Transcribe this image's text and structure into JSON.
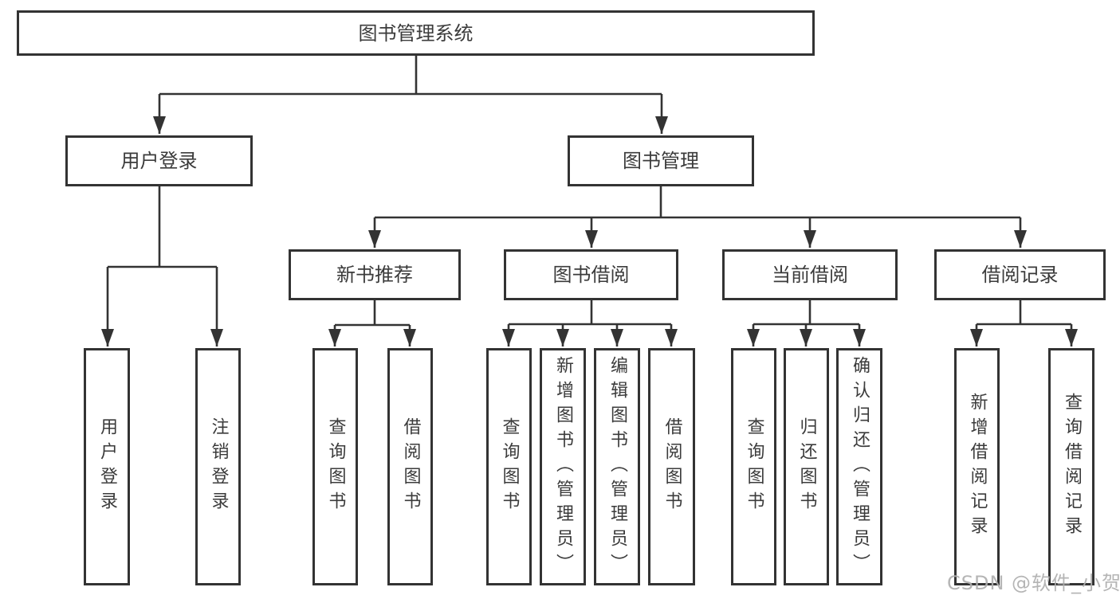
{
  "colors": {
    "line": "#333333",
    "box_border": "#333333",
    "text": "#3b3b3b",
    "background": "#ffffff",
    "watermark": "#afafaf"
  },
  "watermark": {
    "text": "CSDN @软件_小贺同学"
  },
  "tree": {
    "label": "图书管理系统",
    "children": [
      {
        "label": "用户登录",
        "children": [
          {
            "label": "用户登录"
          },
          {
            "label": "注销登录"
          }
        ]
      },
      {
        "label": "图书管理",
        "children": [
          {
            "label": "新书推荐",
            "children": [
              {
                "label": "查询图书"
              },
              {
                "label": "借阅图书"
              }
            ]
          },
          {
            "label": "图书借阅",
            "children": [
              {
                "label": "查询图书"
              },
              {
                "label": "新增图书（管理员）"
              },
              {
                "label": "编辑图书（管理员）"
              },
              {
                "label": "借阅图书"
              }
            ]
          },
          {
            "label": "当前借阅",
            "children": [
              {
                "label": "查询图书"
              },
              {
                "label": "归还图书"
              },
              {
                "label": "确认归还（管理员）"
              }
            ]
          },
          {
            "label": "借阅记录",
            "children": [
              {
                "label": "新增借阅记录"
              },
              {
                "label": "查询借阅记录"
              }
            ]
          }
        ]
      }
    ]
  }
}
